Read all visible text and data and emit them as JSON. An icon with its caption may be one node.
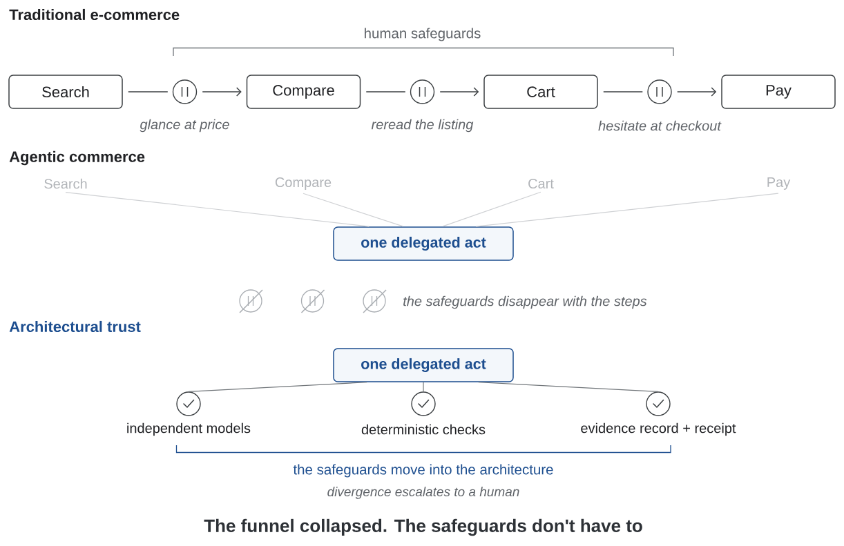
{
  "diagram": {
    "caption": "The funnel collapsed. The safeguards don't have to",
    "nodes": [
      {
        "text": [
          "Search"
        ]
      },
      {
        "text": [],
        "shape": "circle",
        "beside": [
          "glance at price"
        ]
      },
      {
        "text": [
          "Compare"
        ]
      },
      {
        "text": [],
        "shape": "circle",
        "beside": [
          "reread the listing"
        ]
      },
      {
        "text": [
          "Cart"
        ]
      },
      {
        "text": [],
        "shape": "circle",
        "beside": [
          "hesitate at checkout"
        ]
      },
      {
        "text": [
          "Pay"
        ]
      },
      {
        "text": [
          "Search"
        ]
      },
      {
        "text": [
          "Compare"
        ]
      },
      {
        "text": [
          "Cart"
        ]
      },
      {
        "text": [
          "Pay"
        ]
      },
      {
        "text": [
          "one delegated act"
        ]
      },
      {
        "text": [
          "one delegated act"
        ]
      },
      {
        "text": [],
        "shape": "circle",
        "beside": [
          "independent models"
        ]
      },
      {
        "text": [],
        "shape": "circle",
        "beside": [
          "deterministic checks"
        ]
      },
      {
        "text": [],
        "shape": "circle",
        "beside": [
          "evidence record + receipt"
        ]
      }
    ],
    "edges": [
      {
        "from": 0,
        "to": 1,
        "arrow": "none"
      },
      {
        "from": 1,
        "to": 2,
        "arrow": "to"
      },
      {
        "from": 2,
        "to": 3,
        "arrow": "none"
      },
      {
        "from": 3,
        "to": 4,
        "arrow": "to"
      },
      {
        "from": 4,
        "to": 5,
        "arrow": "none"
      },
      {
        "from": 5,
        "to": 6,
        "arrow": "to"
      },
      {
        "from": 7,
        "to": 11,
        "arrow": "none",
        "color": "#cfd1d4"
      },
      {
        "from": 8,
        "to": 11,
        "arrow": "none",
        "color": "#cfd1d4"
      },
      {
        "from": 9,
        "to": 11,
        "arrow": "none",
        "color": "#cfd1d4"
      },
      {
        "from": 10,
        "to": 11,
        "arrow": "none",
        "color": "#cfd1d4"
      },
      {
        "from": 12,
        "to": 13,
        "arrow": "none",
        "color": "#707579"
      },
      {
        "from": 12,
        "to": 14,
        "arrow": "none",
        "color": "#707579"
      },
      {
        "from": 12,
        "to": 15,
        "arrow": "none",
        "color": "#707579"
      }
    ],
    "labels": [
      "Traditional e-commerce",
      "human safeguards",
      "Agentic commerce",
      "the safeguards disappear with the steps",
      "Architectural trust",
      "the safeguards move into the architecture",
      "divergence escalates to a human"
    ]
  }
}
